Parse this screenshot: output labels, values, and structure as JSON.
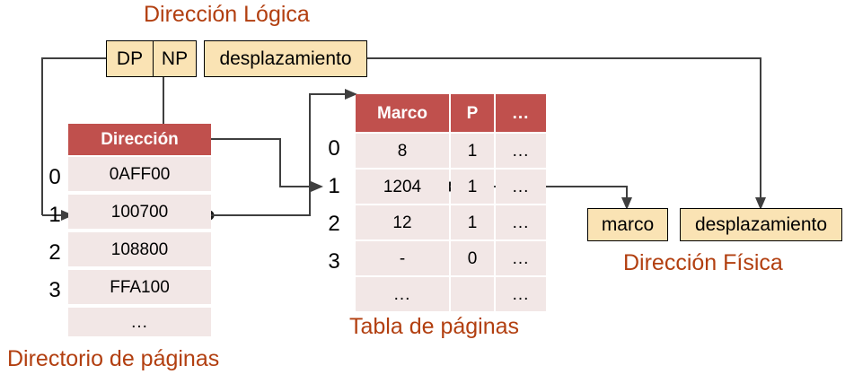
{
  "diagram": {
    "titles": {
      "logical_address": "Dirección Lógica",
      "page_directory": "Directorio de páginas",
      "page_table": "Tabla de páginas",
      "physical_address": "Dirección Física"
    },
    "colors": {
      "title_red": "#b23f10",
      "field_fill": "#fae3b4",
      "table_header": "#c0504d",
      "table_cell": "#f2e7e6",
      "wire": "#3f3f3f"
    }
  },
  "logical_address": {
    "fields": [
      {
        "label": "DP"
      },
      {
        "label": "NP"
      },
      {
        "label": "desplazamiento"
      }
    ]
  },
  "page_directory": {
    "header": "Dirección",
    "indices": [
      "0",
      "1",
      "2",
      "3",
      ""
    ],
    "rows": [
      {
        "index": "0",
        "address": "0AFF00"
      },
      {
        "index": "1",
        "address": "100700"
      },
      {
        "index": "2",
        "address": "108800"
      },
      {
        "index": "3",
        "address": "FFA100"
      },
      {
        "index": "",
        "address": "..."
      }
    ]
  },
  "page_table": {
    "headers": [
      "Marco",
      "P",
      "..."
    ],
    "indices": [
      "0",
      "1",
      "2",
      "3",
      ""
    ],
    "rows": [
      {
        "index": "0",
        "marco": "8",
        "p": "1",
        "extra": "..."
      },
      {
        "index": "1",
        "marco": "1204",
        "p": "1",
        "extra": "..."
      },
      {
        "index": "2",
        "marco": "12",
        "p": "1",
        "extra": "..."
      },
      {
        "index": "3",
        "marco": "-",
        "p": "0",
        "extra": "..."
      },
      {
        "index": "",
        "marco": "...",
        "p": "",
        "extra": "..."
      }
    ]
  },
  "physical_address": {
    "fields": [
      {
        "label": "marco"
      },
      {
        "label": "desplazamiento"
      }
    ]
  }
}
